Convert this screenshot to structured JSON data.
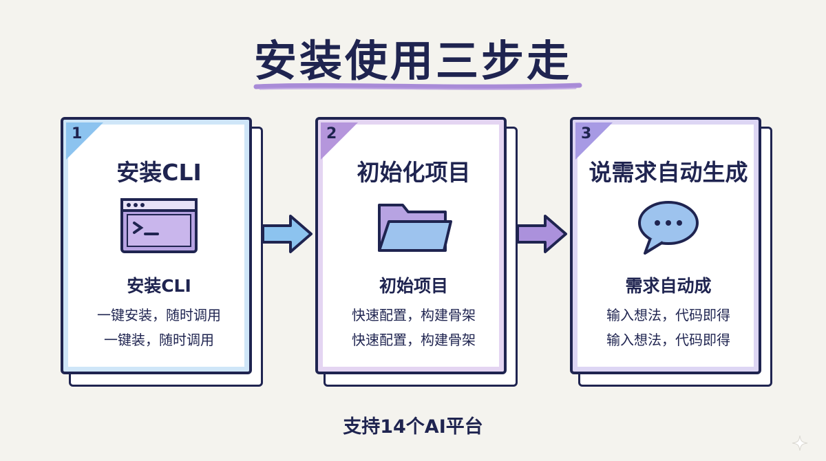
{
  "title": "安装使用三步走",
  "steps": [
    {
      "number": "1",
      "title": "安装CLI",
      "icon": "terminal-icon",
      "subtitle": "安装CLI",
      "lines": [
        "一键安装，随时调用",
        "一键装，随时调用"
      ]
    },
    {
      "number": "2",
      "title": "初始化项目",
      "icon": "folder-icon",
      "subtitle": "初始项目",
      "lines": [
        "快速配置，构建骨架",
        "快速配置，构建骨架"
      ]
    },
    {
      "number": "3",
      "title": "说需求自动生成",
      "icon": "chat-bubble-icon",
      "subtitle": "需求自动成",
      "lines": [
        "输入想法，代码即得",
        "输入想法，代码即得"
      ]
    }
  ],
  "footer": "支持14个AI平台",
  "colors": {
    "ink": "#1f2450",
    "step1": "#5aa6e6",
    "step2": "#a37bd0",
    "step3": "#8f86e0",
    "title_underline": "#9a78d2",
    "background": "#f4f3ee"
  }
}
